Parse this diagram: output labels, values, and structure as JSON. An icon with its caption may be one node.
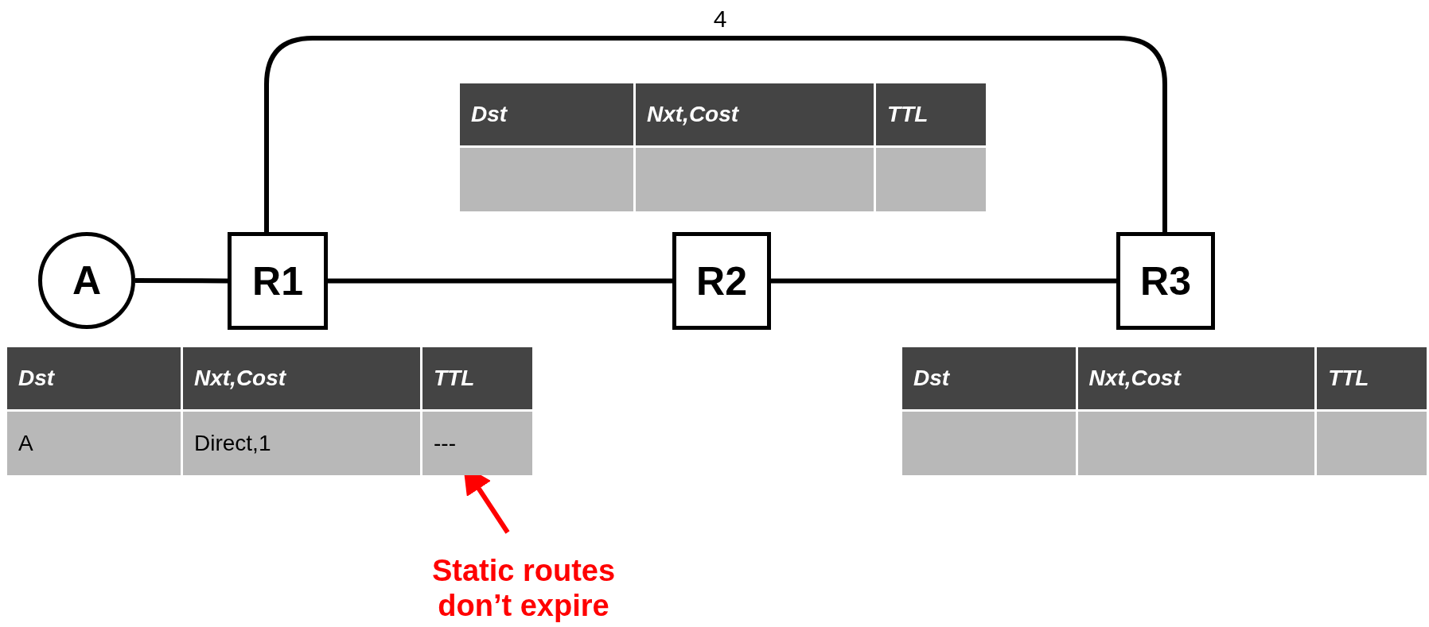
{
  "diagram": {
    "nodes": [
      {
        "text": [
          "A"
        ]
      },
      {
        "text": [
          "R1"
        ]
      },
      {
        "text": [
          "R2"
        ]
      },
      {
        "text": [
          "R3"
        ]
      },
      {
        "text": [
          "Static routes don’t expire"
        ]
      }
    ],
    "edges": [
      {
        "from": 0,
        "to": 1,
        "arrow": "none"
      },
      {
        "from": 1,
        "to": 2,
        "arrow": "none"
      },
      {
        "from": 2,
        "to": 3,
        "arrow": "none"
      },
      {
        "from": 1,
        "to": 3,
        "arrow": "none",
        "label": "4"
      },
      {
        "from": 4,
        "to": null,
        "arrow": "to",
        "color": "#ff0000"
      }
    ],
    "labels": [
      "Dst",
      "Nxt,Cost",
      "TTL",
      "Dst",
      "Nxt,Cost",
      "TTL",
      "Dst",
      "Nxt,Cost",
      "TTL",
      "A",
      "Direct,1",
      "---"
    ]
  }
}
